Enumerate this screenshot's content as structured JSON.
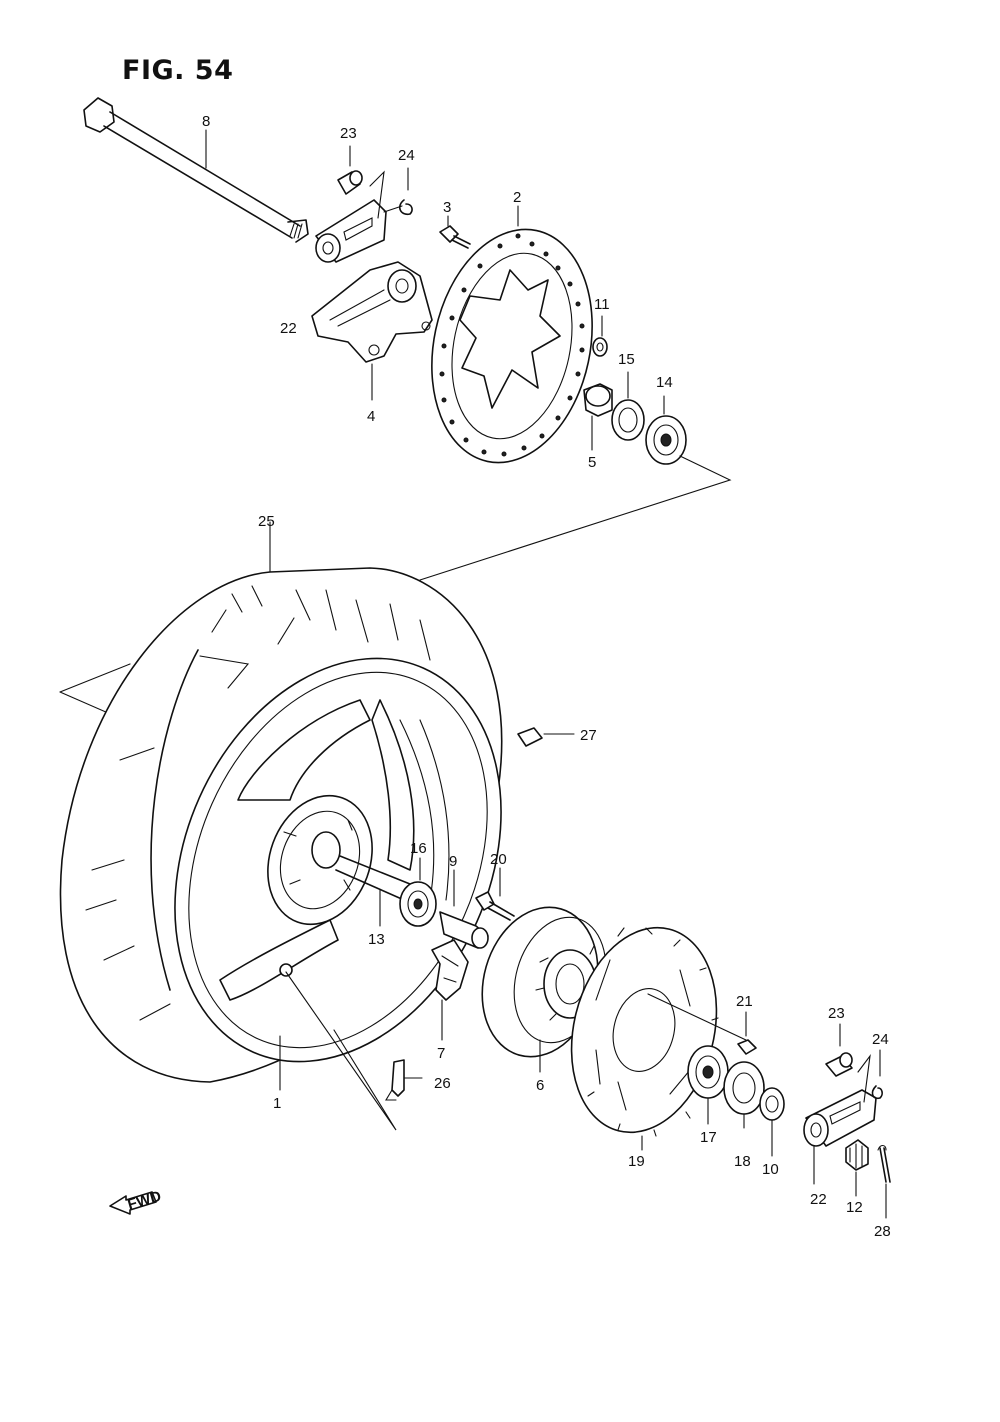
{
  "figure": {
    "title": "FIG. 54"
  },
  "callouts": [
    {
      "id": "c8",
      "text": "8"
    },
    {
      "id": "c23a",
      "text": "23"
    },
    {
      "id": "c24a",
      "text": "24"
    },
    {
      "id": "c3",
      "text": "3"
    },
    {
      "id": "c2",
      "text": "2"
    },
    {
      "id": "c11",
      "text": "11"
    },
    {
      "id": "c22a",
      "text": "22"
    },
    {
      "id": "c15",
      "text": "15"
    },
    {
      "id": "c14",
      "text": "14"
    },
    {
      "id": "c4",
      "text": "4"
    },
    {
      "id": "c5",
      "text": "5"
    },
    {
      "id": "c25",
      "text": "25"
    },
    {
      "id": "c27",
      "text": "27"
    },
    {
      "id": "c16",
      "text": "16"
    },
    {
      "id": "c9",
      "text": "9"
    },
    {
      "id": "c20",
      "text": "20"
    },
    {
      "id": "c13",
      "text": "13"
    },
    {
      "id": "c21",
      "text": "21"
    },
    {
      "id": "c23b",
      "text": "23"
    },
    {
      "id": "c24b",
      "text": "24"
    },
    {
      "id": "c7",
      "text": "7"
    },
    {
      "id": "c26",
      "text": "26"
    },
    {
      "id": "c6",
      "text": "6"
    },
    {
      "id": "c1",
      "text": "1"
    },
    {
      "id": "c17",
      "text": "17"
    },
    {
      "id": "c18",
      "text": "18"
    },
    {
      "id": "c10",
      "text": "10"
    },
    {
      "id": "c19",
      "text": "19"
    },
    {
      "id": "c22b",
      "text": "22"
    },
    {
      "id": "c12",
      "text": "12"
    },
    {
      "id": "c28",
      "text": "28"
    }
  ],
  "fwd_badge": {
    "text": "FWD"
  }
}
